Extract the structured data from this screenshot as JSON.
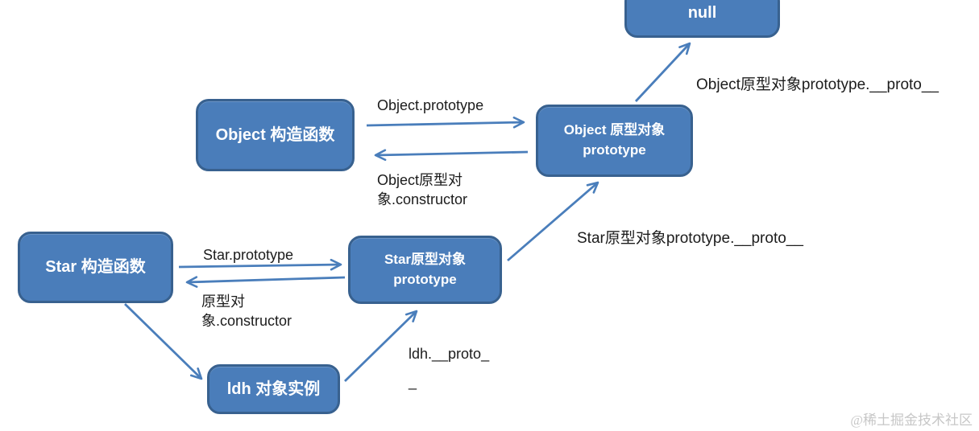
{
  "colors": {
    "bg": "#ffffff",
    "node_fill": "#4a7dba",
    "node_border": "#38618f",
    "node_text": "#ffffff",
    "arrow": "#4a7ebb",
    "label_text": "#1c1c1c",
    "watermark": "#c7c7c7"
  },
  "nodes": {
    "null_node": {
      "label": "null"
    },
    "object_constructor": {
      "label": "Object 构造函数"
    },
    "object_prototype": {
      "label": "Object 原型对象\nprototype"
    },
    "star_constructor": {
      "label": "Star 构造函数"
    },
    "star_prototype": {
      "label": "Star原型对象\nprototype"
    },
    "ldh_instance": {
      "label": "ldh 对象实例"
    }
  },
  "edge_labels": {
    "object_prototype_link": "Object.prototype",
    "object_constructor_link": "Object原型对\n象.constructor",
    "object_proto_link": "Object原型对象prototype.__proto__",
    "star_prototype_link": "Star.prototype",
    "star_constructor_link": "原型对\n象.constructor",
    "star_proto_link": "Star原型对象prototype.__proto__",
    "ldh_proto_link": "ldh.__proto_\n_"
  },
  "watermark": "@稀土掘金技术社区"
}
